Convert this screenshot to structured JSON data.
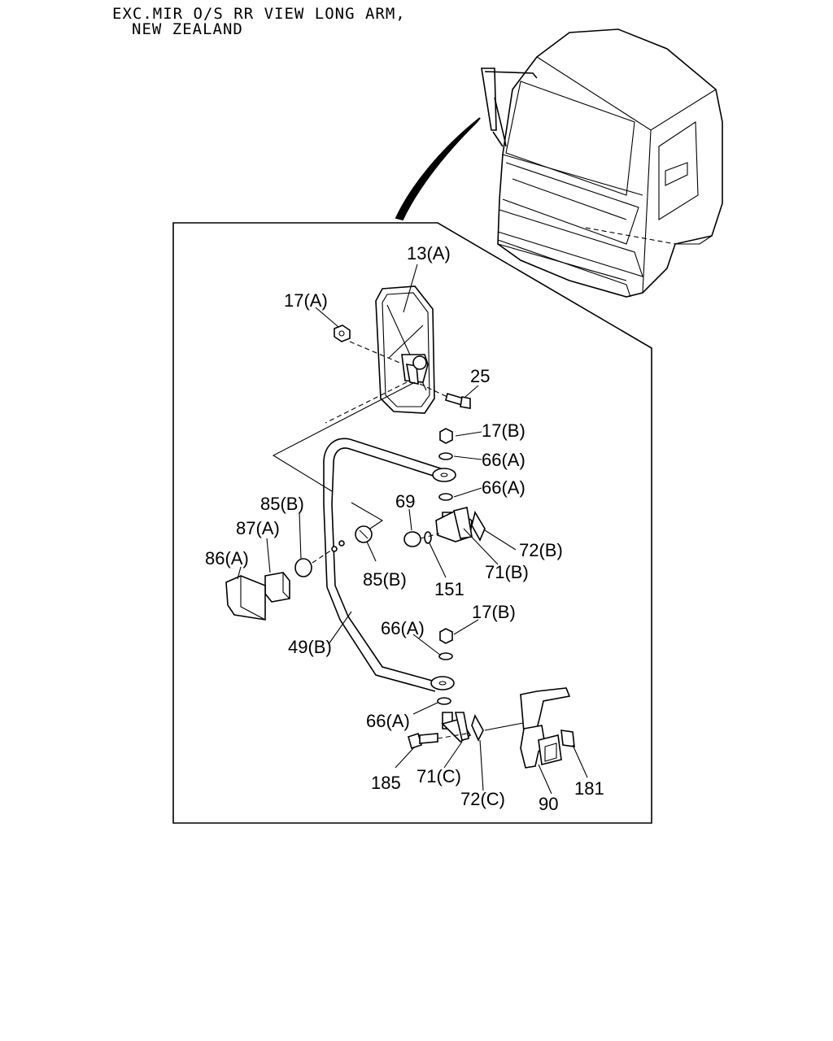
{
  "title": {
    "line1": "EXC.MIR O/S RR VIEW LONG ARM,",
    "line2": "NEW ZEALAND"
  },
  "callouts": {
    "c13a": "13(A)",
    "c17a": "17(A)",
    "c25": "25",
    "c17b_top": "17(B)",
    "c66a_1": "66(A)",
    "c66a_2": "66(A)",
    "c69": "69",
    "c85b_left": "85(B)",
    "c87a": "87(A)",
    "c86a": "86(A)",
    "c85b_right": "85(B)",
    "c72b": "72(B)",
    "c71b": "71(B)",
    "c151": "151",
    "c17b_bottom": "17(B)",
    "c66a_3": "66(A)",
    "c49b": "49(B)",
    "c66a_4": "66(A)",
    "c185": "185",
    "c71c": "71(C)",
    "c72c": "72(C)",
    "c90": "90",
    "c181": "181"
  }
}
